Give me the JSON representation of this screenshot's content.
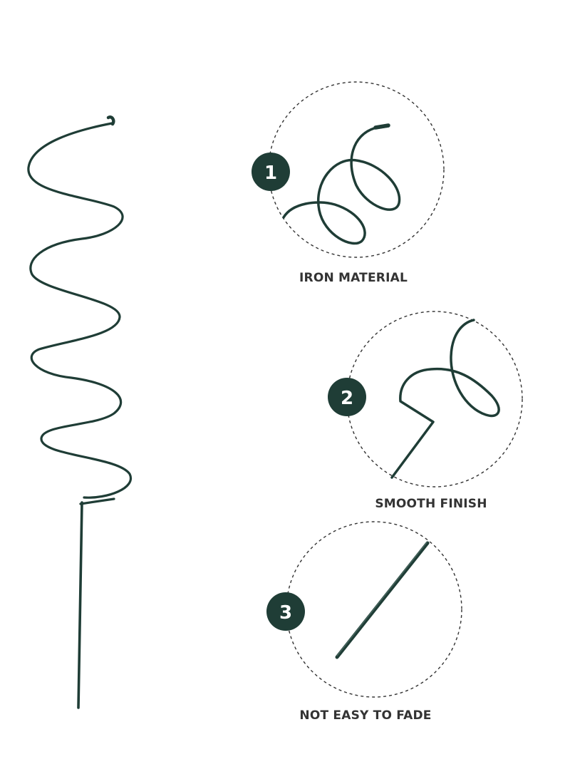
{
  "colors": {
    "wire": "#1f3d36",
    "badge": "#1f3d36",
    "badge_text": "#ffffff",
    "dashed_circle": "#333333",
    "caption": "#333333",
    "background": "#ffffff"
  },
  "product": {
    "name": "spiral-plant-support-stake"
  },
  "features": [
    {
      "number": "1",
      "label": "IRON MATERIAL"
    },
    {
      "number": "2",
      "label": "SMOOTH FINISH"
    },
    {
      "number": "3",
      "label": "NOT EASY TO FADE"
    }
  ]
}
